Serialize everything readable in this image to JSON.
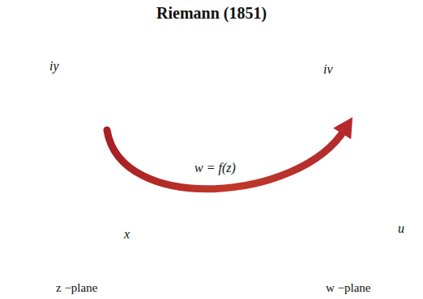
{
  "diagram": {
    "title": "Riemann (1851)",
    "nodes": [
      {
        "text": [
          "iy",
          "x",
          "z −plane"
        ]
      },
      {
        "text": [
          "iv",
          "u",
          "w −plane"
        ]
      }
    ],
    "edges": [
      {
        "from": 0,
        "to": 1,
        "arrow": "to",
        "label": "w = f(z)"
      }
    ]
  }
}
